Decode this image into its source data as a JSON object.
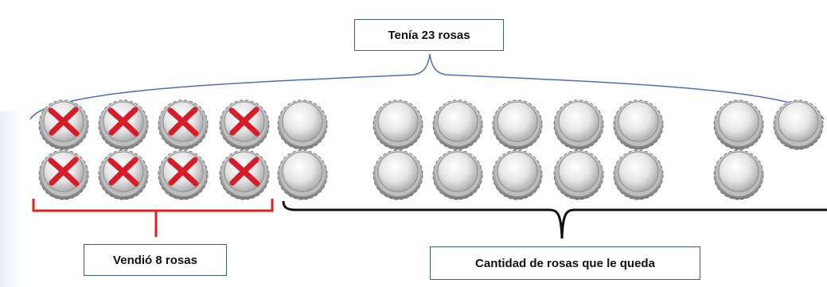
{
  "labels": {
    "total": "Tenía 23 rosas",
    "sold": "Vendió 8 rosas",
    "remaining": "Cantidad de rosas que le queda"
  },
  "counts": {
    "total": 23,
    "sold": 8,
    "remaining": 15
  },
  "colors": {
    "box_border": "#3b5ba0",
    "top_brace": "#4a6fb8",
    "sold_bracket": "#e02020",
    "remaining_bracket": "#111111",
    "cross": "#d81b28"
  },
  "icons": {
    "cap": "bottle-cap-icon",
    "cross": "red-x-mark-icon"
  }
}
